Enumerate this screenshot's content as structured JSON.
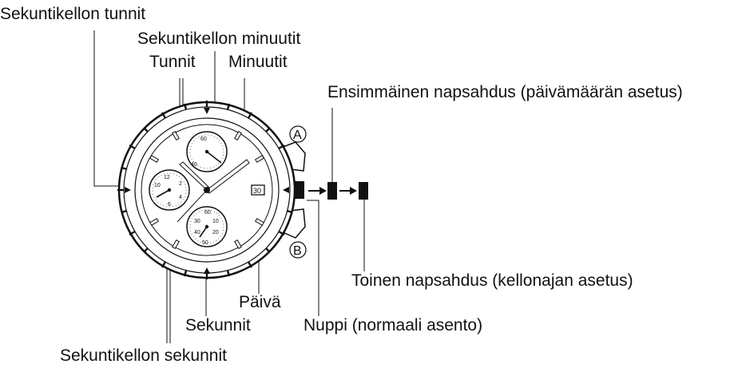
{
  "labels": {
    "chrono_hours": "Sekuntikellon tunnit",
    "chrono_minutes": "Sekuntikellon minuutit",
    "hours": "Tunnit",
    "minutes": "Minuutit",
    "first_click": "Ensimmäinen napsahdus (päivämäärän asetus)",
    "second_click": "Toinen napsahdus (kellonajan asetus)",
    "date": "Päivä",
    "seconds": "Sekunnit",
    "crown": "Nuppi (normaali asento)",
    "chrono_seconds": "Sekuntikellon sekunnit"
  },
  "buttons": {
    "a": "A",
    "b": "B"
  },
  "dial": {
    "date_window": "30",
    "subdial_top": {
      "n60": "60",
      "n40": "40"
    },
    "subdial_left": {
      "n12": "12",
      "n10": "10",
      "n2": "2",
      "n4": "4",
      "n6": "6"
    },
    "subdial_bottom": {
      "n30": "30",
      "n10": "10",
      "n40": "40",
      "n20": "20",
      "n60": "60",
      "n50": "50"
    }
  },
  "icons": [
    "crown-icon",
    "arrow-icon"
  ]
}
